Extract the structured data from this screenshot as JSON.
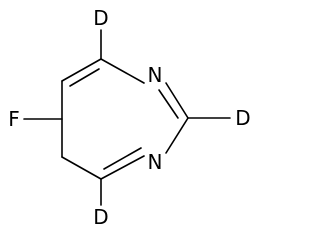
{
  "molecule": {
    "atoms": {
      "fluorine": "F",
      "nitrogen_top": "N",
      "nitrogen_bottom": "N",
      "deuterium_top": "D",
      "deuterium_right": "D",
      "deuterium_bottom": "D"
    }
  }
}
